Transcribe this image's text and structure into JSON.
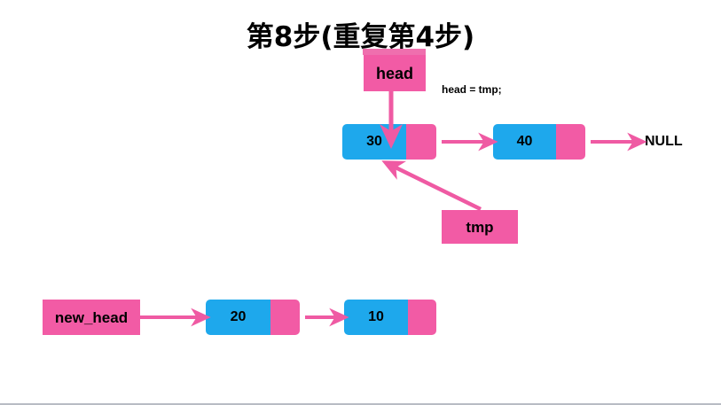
{
  "slide": {
    "title": "第8步(重复第4步)",
    "background_color": "#ffffff",
    "accent_pink": "#f25ba5",
    "accent_blue": "#1ea8ec",
    "title_underline_color": "#ef6fae"
  },
  "annotations": {
    "code_statement": "head = tmp;"
  },
  "pointers": {
    "head_label": "head",
    "tmp_label": "tmp",
    "new_head_label": "new_head"
  },
  "top_list": {
    "nodes": [
      {
        "value": "30"
      },
      {
        "value": "40"
      }
    ],
    "terminator": "NULL"
  },
  "bottom_list": {
    "nodes": [
      {
        "value": "20"
      },
      {
        "value": "10"
      }
    ]
  }
}
